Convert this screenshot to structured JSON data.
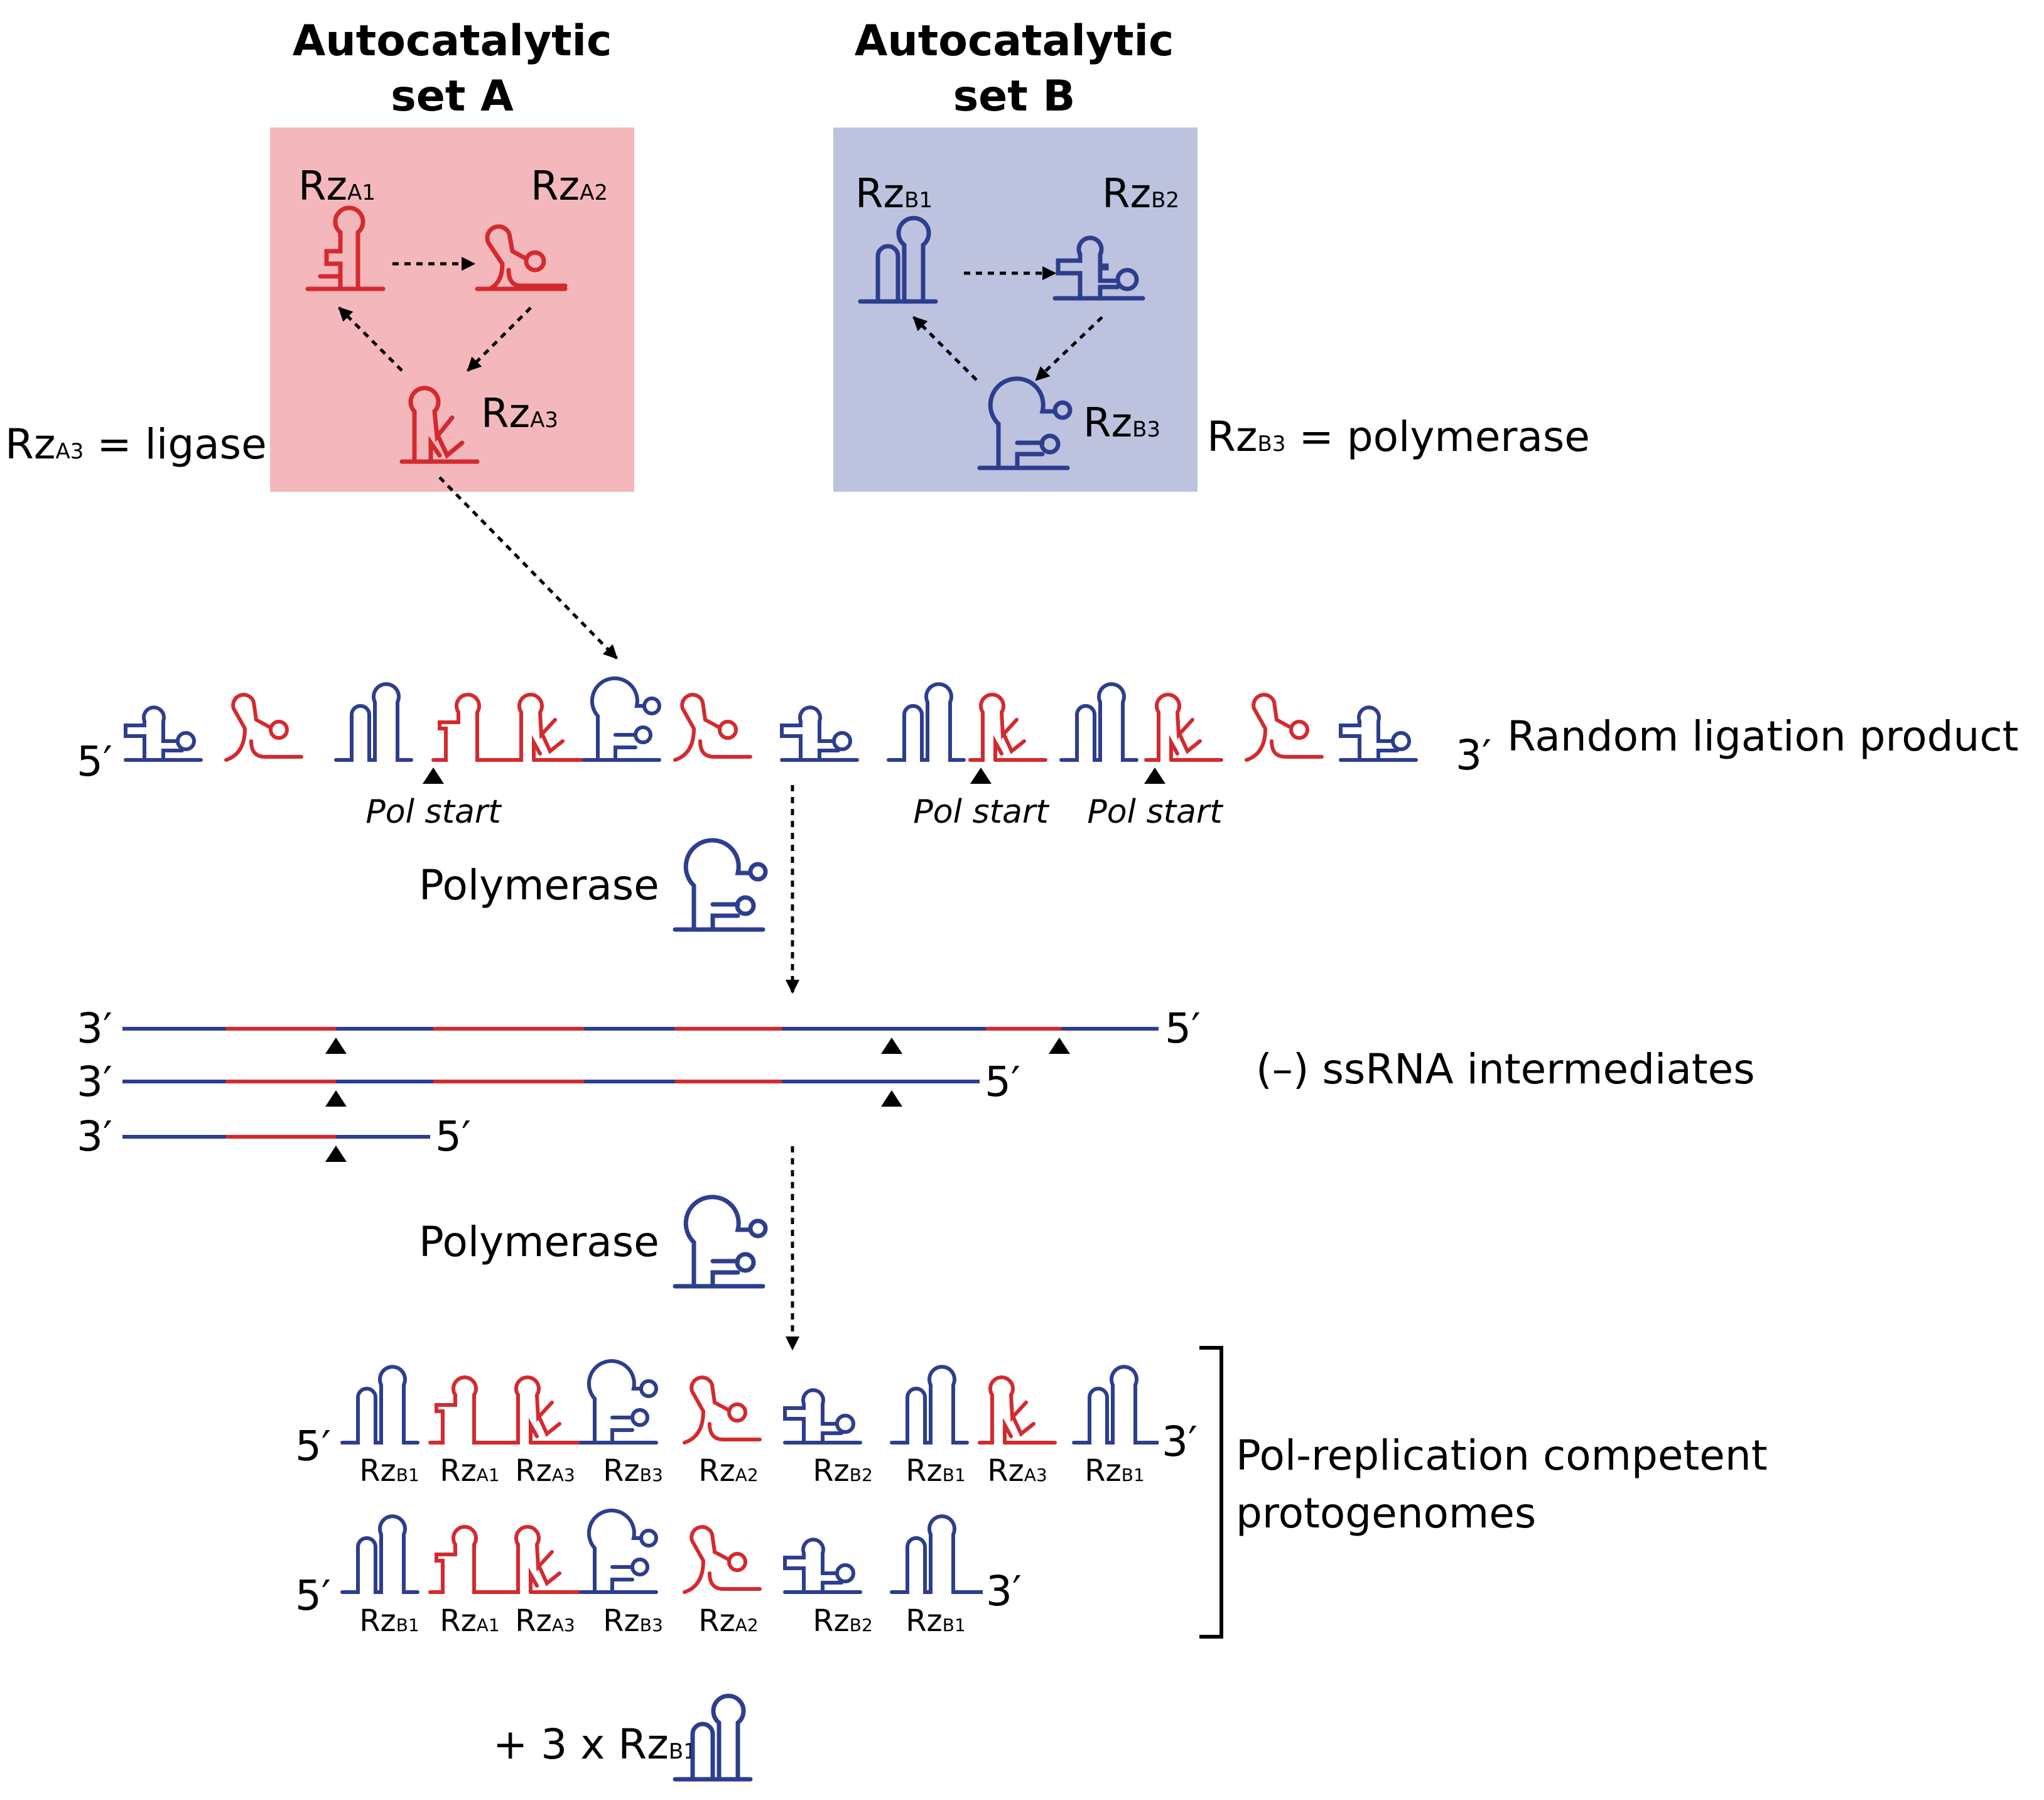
{
  "set_a": {
    "title_line1": "Autocatalytic",
    "title_line2": "set  A",
    "bg_color": "#f4b8bc",
    "rz1": "Rz",
    "rz1_sub": "A1",
    "rz2": "Rz",
    "rz2_sub": "A2",
    "rz3": "Rz",
    "rz3_sub": "A3",
    "role_rz": "Rz",
    "role_sub": "A3",
    "role_text": " = ligase"
  },
  "set_b": {
    "title_line1": "Autocatalytic",
    "title_line2": "set  B",
    "bg_color": "#bdc3df",
    "rz1": "Rz",
    "rz1_sub": "B1",
    "rz2": "Rz",
    "rz2_sub": "B2",
    "rz3": "Rz",
    "rz3_sub": "B3",
    "role_rz": "Rz",
    "role_sub": "B3",
    "role_text": " = polymerase"
  },
  "colors": {
    "set_a_strand": "#d42a2e",
    "set_b_strand": "#2d3e8e"
  },
  "random_ligation": {
    "five_prime": "5′",
    "three_prime": "3′",
    "label": "Random ligation product",
    "pol_start_labels": [
      "Pol start",
      "Pol start",
      "Pol start"
    ]
  },
  "polymerase_step1": {
    "label": "Polymerase"
  },
  "intermediates": {
    "label": "(–) ssRNA intermediates",
    "ends": [
      [
        "3′",
        "5′"
      ],
      [
        "3′",
        "5′"
      ],
      [
        "3′",
        "5′"
      ]
    ]
  },
  "polymerase_step2": {
    "label": "Polymerase"
  },
  "protogenomes": {
    "label_line1": "Pol-replication competent",
    "label_line2": "protogenomes",
    "genome1": {
      "five_prime": "5′",
      "three_prime": "3′",
      "labels": [
        [
          "Rz",
          "B1"
        ],
        [
          "Rz",
          "A1"
        ],
        [
          "Rz",
          "A3"
        ],
        [
          "Rz",
          "B3"
        ],
        [
          "Rz",
          "A2"
        ],
        [
          "Rz",
          "B2"
        ],
        [
          "Rz",
          "B1"
        ],
        [
          "Rz",
          "A3"
        ],
        [
          "Rz",
          "B1"
        ]
      ]
    },
    "genome2": {
      "five_prime": "5′",
      "three_prime": "3′",
      "labels": [
        [
          "Rz",
          "B1"
        ],
        [
          "Rz",
          "A1"
        ],
        [
          "Rz",
          "A3"
        ],
        [
          "Rz",
          "B3"
        ],
        [
          "Rz",
          "A2"
        ],
        [
          "Rz",
          "B2"
        ],
        [
          "Rz",
          "B1"
        ]
      ]
    }
  },
  "byproduct": {
    "prefix": "+ 3 x ",
    "rz": "Rz",
    "sub": "B1"
  }
}
